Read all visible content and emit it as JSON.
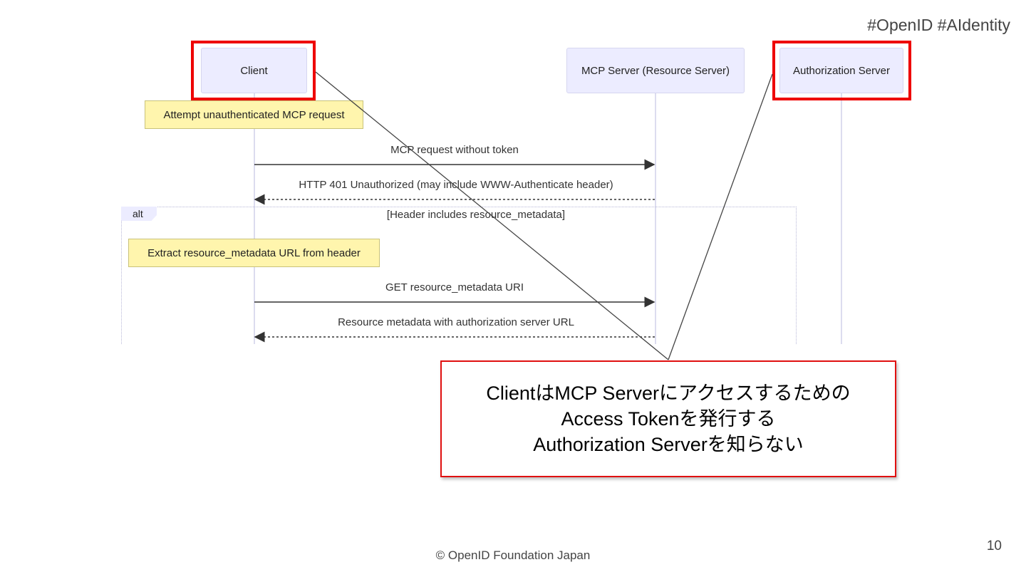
{
  "header": {
    "hashtags": "#OpenID  #AIdentity"
  },
  "actors": [
    {
      "id": "client",
      "label": "Client"
    },
    {
      "id": "mcp",
      "label": "MCP Server (Resource Server)"
    },
    {
      "id": "auth",
      "label": "Authorization Server"
    }
  ],
  "notes": [
    {
      "label": "Attempt unauthenticated MCP request"
    },
    {
      "label": "Extract resource_metadata URL from header"
    }
  ],
  "messages": [
    {
      "label": "MCP request without token",
      "from": "client",
      "to": "mcp",
      "style": "solid"
    },
    {
      "label": "HTTP 401 Unauthorized (may include WWW-Authenticate header)",
      "from": "mcp",
      "to": "client",
      "style": "dashed"
    },
    {
      "label": "GET resource_metadata URI",
      "from": "client",
      "to": "mcp",
      "style": "solid"
    },
    {
      "label": "Resource metadata with authorization server URL",
      "from": "mcp",
      "to": "client",
      "style": "dashed"
    }
  ],
  "alt_block": {
    "tag": "alt",
    "condition": "[Header includes resource_metadata]"
  },
  "callout": {
    "lines": [
      "ClientはMCP Serverにアクセスするための",
      "Access Tokenを発行する",
      "Authorization Serverを知らない"
    ],
    "border_color": "#e01010"
  },
  "highlight_color": "#ee0000",
  "footer": {
    "copyright": "© OpenID Foundation Japan",
    "page_number": "10"
  }
}
